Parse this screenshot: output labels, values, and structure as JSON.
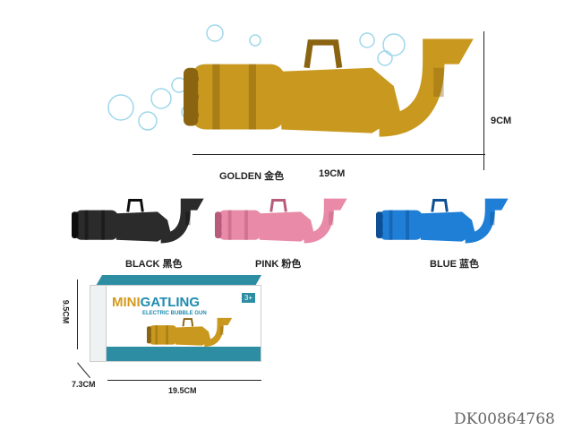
{
  "products": [
    {
      "color_name": "GOLDEN 金色",
      "fill": "#c9981f",
      "shade": "#8a6410"
    },
    {
      "color_name": "BLACK 黑色",
      "fill": "#2b2b2b",
      "shade": "#0e0e0e"
    },
    {
      "color_name": "PINK 粉色",
      "fill": "#e88aa8",
      "shade": "#b85a7a"
    },
    {
      "color_name": "BLUE 蓝色",
      "fill": "#1f7fd6",
      "shade": "#0d4f95"
    }
  ],
  "dimensions": {
    "gun_length": "19CM",
    "gun_height": "9CM",
    "box_length": "19.5CM",
    "box_height": "9.5CM",
    "box_depth": "7.3CM"
  },
  "box": {
    "title_mini": "MINI",
    "title_gatling": "GATLING",
    "subtitle": "ELECTRIC BUBBLE GUN",
    "age": "3+"
  },
  "product_code": "DK00864768"
}
